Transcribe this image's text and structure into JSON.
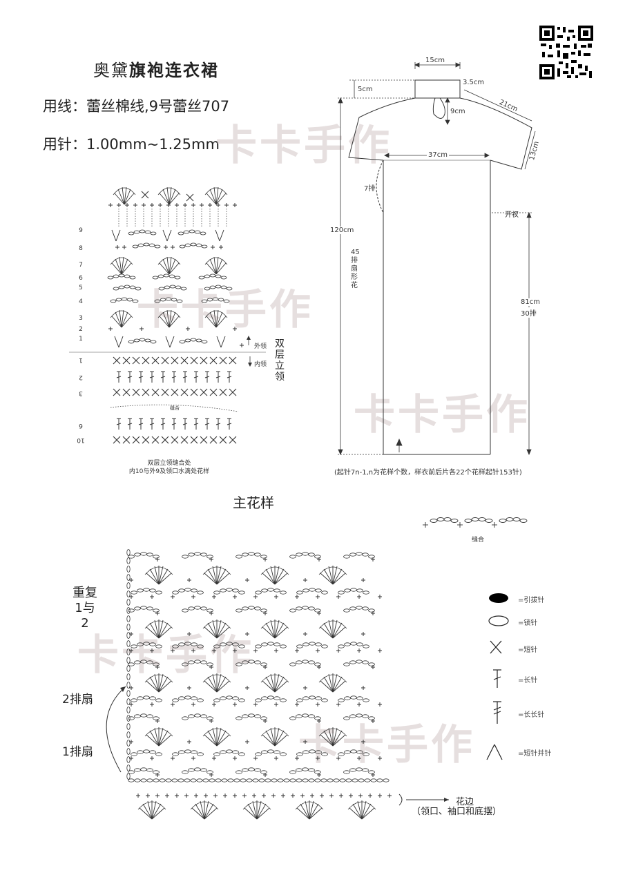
{
  "header": {
    "title_plain": "奥黛",
    "title_bold": "旗袍连衣裙",
    "yarn": "用线：蕾丝棉线,9号蕾丝707",
    "needle_prefix": "用针：",
    "needle_value": "1.00mm~1.25mm"
  },
  "watermark": "卡卡手作",
  "collar_chart": {
    "row_numbers_top": [
      "9",
      "8",
      "7",
      "6",
      "5",
      "4",
      "3",
      "2",
      "1"
    ],
    "row_numbers_bottom": [
      "1",
      "2",
      "3",
      "6",
      "10"
    ],
    "outer_label": "外领",
    "inner_label": "内领",
    "side_label": "双层立领",
    "seam_text": "缝合",
    "caption_line1": "双层立领缝合处",
    "caption_line2": "内10与外9及领口水滴处花样"
  },
  "garment": {
    "neck_width": "15cm",
    "collar_height": "5cm",
    "collar_offset": "3.5cm",
    "keyhole_depth": "9cm",
    "sleeve_length": "21cm",
    "sleeve_width": "13cm",
    "chest_width": "37cm",
    "armhole_rows": "7排",
    "total_length": "120cm",
    "fan_rows": "45排扇形花",
    "slit_label": "开衩",
    "slit_length": "81cm",
    "slit_rows": "30排",
    "note": "(起针7n-1,n为花样个数，样衣前后片各22个花样起针153针)"
  },
  "main_pattern": {
    "title": "主花样",
    "repeat_label": "重复1与2",
    "row2_label": "2排扇",
    "row1_label": "1排扇",
    "seam_label": "缝合",
    "edge_label": "花边",
    "edge_sub": "（领口、袖口和底摆）"
  },
  "legend": [
    {
      "icon": "slip-stitch-icon",
      "text": "=引拔针"
    },
    {
      "icon": "chain-icon",
      "text": "=锁针"
    },
    {
      "icon": "single-crochet-icon",
      "text": "=短针"
    },
    {
      "icon": "double-crochet-icon",
      "text": "=长针"
    },
    {
      "icon": "treble-crochet-icon",
      "text": "=长长针"
    },
    {
      "icon": "sc2tog-icon",
      "text": "=短针并针"
    }
  ]
}
